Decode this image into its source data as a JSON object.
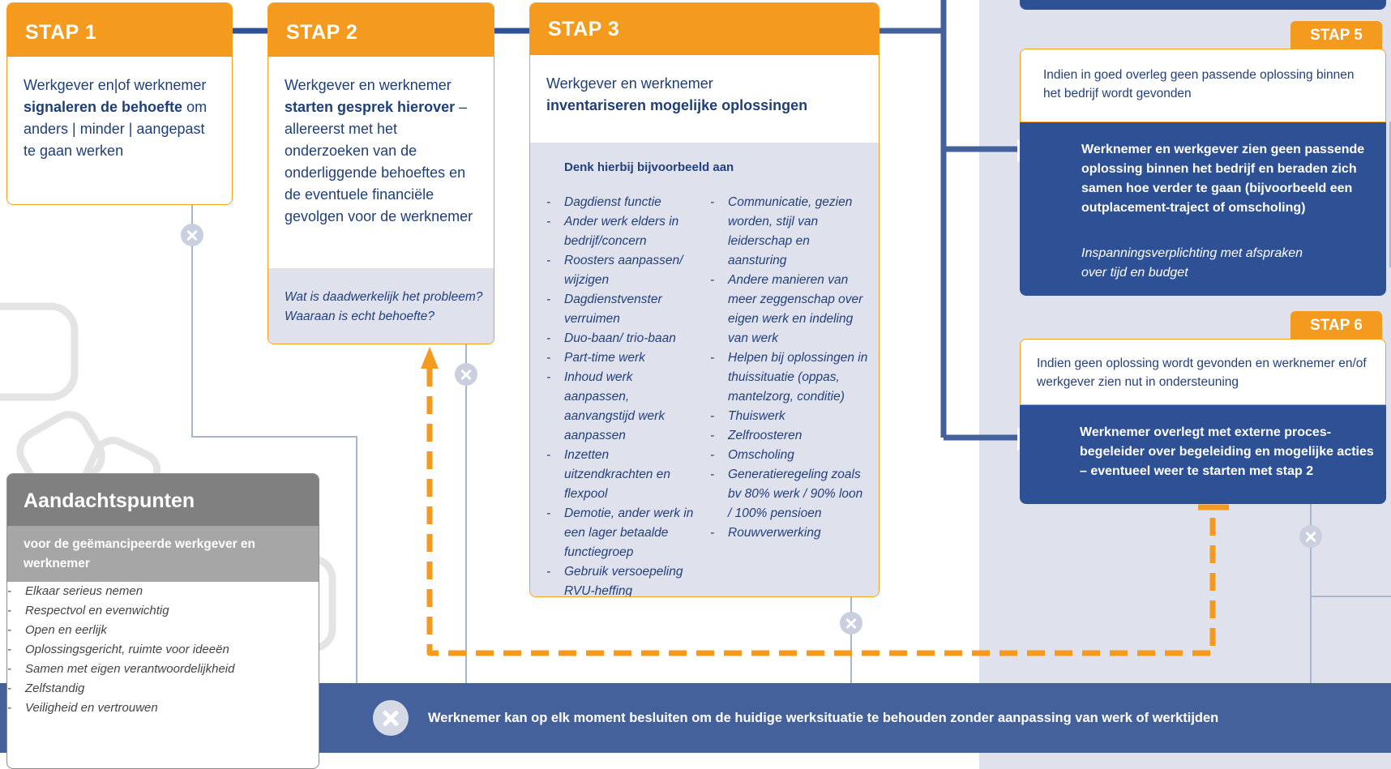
{
  "steps": {
    "s1": {
      "title": "STAP 1",
      "t1": "Werkgever en|of werknemer ",
      "t2": "signaleren de behoefte",
      "t3": " om anders | minder | aangepast te gaan werken"
    },
    "s2": {
      "title": "STAP 2",
      "t1": "Werkgever en werknemer ",
      "t2": "starten gesprek hierover",
      "t3": " – allereerst met het onderzoeken van de onderliggende behoeftes en de eventuele financiële gevolgen voor de werknemer",
      "q1": "Wat is daadwerkelijk het probleem?",
      "q2": "Waaraan is echt behoefte?"
    },
    "s3": {
      "title": "STAP 3",
      "t1": "Werkgever en werknemer",
      "t2": "inventariseren mogelijke oplossingen",
      "denk": "Denk hierbij bijvoorbeeld aan",
      "col1": [
        "Dagdienst functie",
        "Ander werk elders in bedrijf/concern",
        "Roosters aanpassen/ wijzigen",
        "Dagdienstvenster verruimen",
        "Duo-baan/ trio-baan",
        "Part-time werk",
        "Inhoud werk aanpassen, aanvangstijd werk aanpassen",
        "Inzetten uitzendkrachten en flexpool",
        "Demotie, ander werk in een lager betaalde functiegroep",
        "Gebruik versoepeling RVU-heffing"
      ],
      "col2": [
        "Communicatie, gezien worden, stijl van leiderschap en aansturing",
        "Andere manieren van meer zeggenschap over eigen werk en indeling van werk",
        "Helpen bij oplossingen in thuissituatie (oppas, mantelzorg, conditie)",
        "Thuiswerk",
        "Zelfroosteren",
        "Omscholing",
        "Generatieregeling zoals bv 80% werk / 90% loon / 100% pensioen",
        "Rouwverwerking"
      ]
    },
    "s5": {
      "badge": "STAP 5",
      "cond": "Indien in goed overleg geen passende oplossing binnen het bedrijf wordt gevonden",
      "action": "Werknemer en werkgever zien geen passende oplossing binnen het bedrijf en beraden zich samen hoe verder te gaan (bijvoorbeeld een outplacement-traject of omscholing)",
      "note": "Inspanningsverplichting met afspraken over tijd en budget"
    },
    "s6": {
      "badge": "STAP 6",
      "cond": "Indien geen oplossing wordt gevonden en werknemer en/of werkgever zien nut in ondersteuning",
      "action": "Werknemer overlegt met externe proces-begeleider over begeleiding en mogelijke acties – eventueel weer te starten met stap 2"
    }
  },
  "aandachtspunten": {
    "title": "Aandachtspunten",
    "subtitle": "voor de geëmancipeerde werkgever en werknemer",
    "items": [
      "Elkaar serieus nemen",
      "Respectvol en evenwichtig",
      "Open en eerlijk",
      "Oplossingsgericht, ruimte voor ideeën",
      "Samen met eigen verantwoordelijkheid",
      "Zelfstandig",
      "Veiligheid en vertrouwen"
    ]
  },
  "footer": "Werknemer kan op elk moment besluiten om de huidige werksituatie te behouden zonder aanpassing van werk of werktijden",
  "colors": {
    "orange": "#f39a1f",
    "navy": "#2e5196",
    "lavender": "#dfe2ed",
    "bar": "#44619c"
  }
}
